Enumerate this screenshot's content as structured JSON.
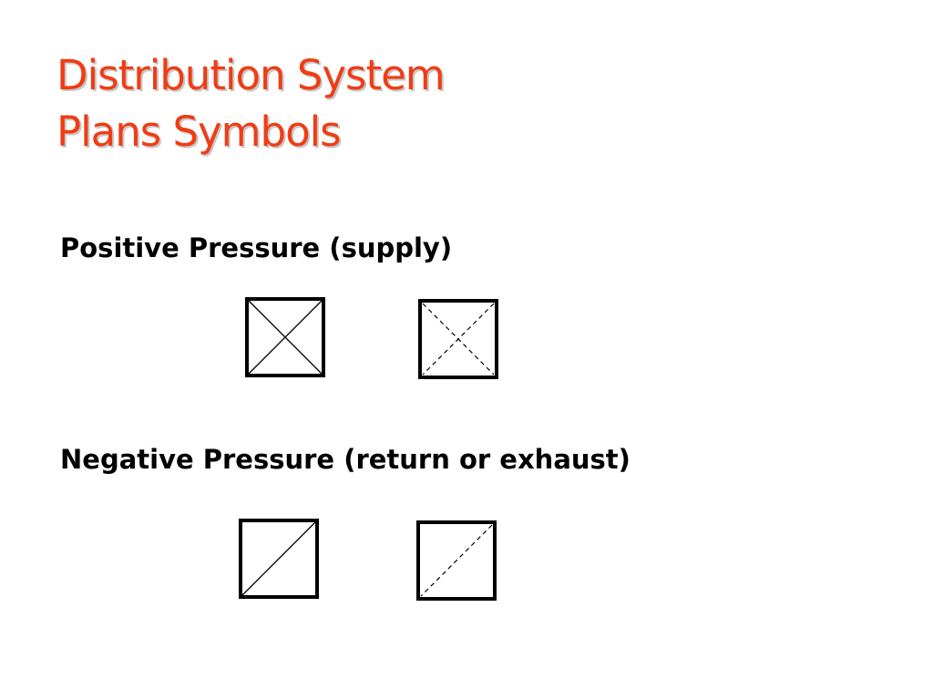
{
  "slide": {
    "title_line1": "Distribution System",
    "title_line2": "Plans Symbols",
    "title_color": "#f03c14",
    "text_color": "#000000"
  },
  "sections": {
    "positive": {
      "heading": "Positive Pressure (supply)",
      "symbols": [
        {
          "name": "supply-diffuser-solid-x",
          "line_style": "solid",
          "diagonals": "both"
        },
        {
          "name": "supply-diffuser-dashed-x",
          "line_style": "dashed",
          "diagonals": "both"
        }
      ]
    },
    "negative": {
      "heading": "Negative Pressure (return or exhaust)",
      "symbols": [
        {
          "name": "return-grille-solid-diagonal",
          "line_style": "solid",
          "diagonals": "single"
        },
        {
          "name": "return-grille-dashed-diagonal",
          "line_style": "dashed",
          "diagonals": "single"
        }
      ]
    }
  }
}
